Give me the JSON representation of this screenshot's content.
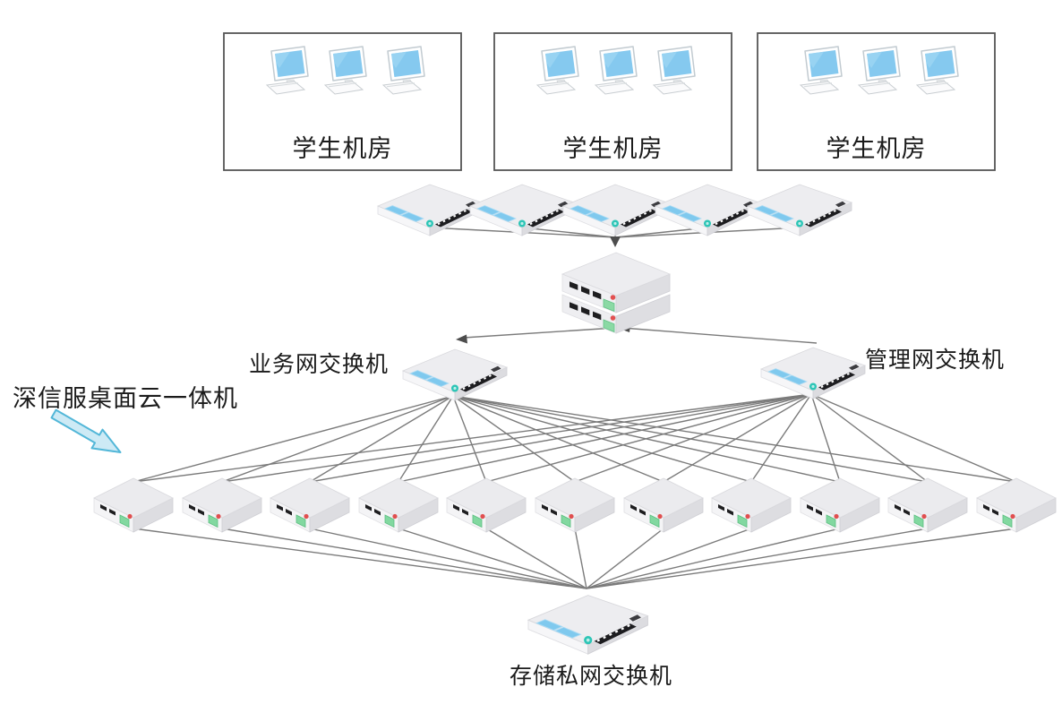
{
  "diagram": {
    "type": "network-topology",
    "student_rooms": [
      {
        "label": "学生机房",
        "computers": 3
      },
      {
        "label": "学生机房",
        "computers": 3
      },
      {
        "label": "学生机房",
        "computers": 3
      }
    ],
    "access_switch_count": 5,
    "core_switch_stack_units": 2,
    "business_switch_label": "业务网交换机",
    "management_switch_label": "管理网交换机",
    "appliance_annotation": "深信服桌面云一体机",
    "appliance_count": 11,
    "storage_switch_label": "存储私网交换机"
  },
  "colors": {
    "line": "#7b7b7b",
    "arrowhead": "#4d4d4d",
    "box_border": "#565656",
    "screen_blue": "#85c9ef",
    "panel_blue": "#7fc9ee",
    "teal_indicator": "#2cc5b6",
    "green_indicator": "#82d8a0",
    "red_indicator": "#e04f4f",
    "device_gray": "#ededf0",
    "annotation_arrow_fill": "#cdeaf5",
    "annotation_arrow_stroke": "#53b7d8"
  }
}
